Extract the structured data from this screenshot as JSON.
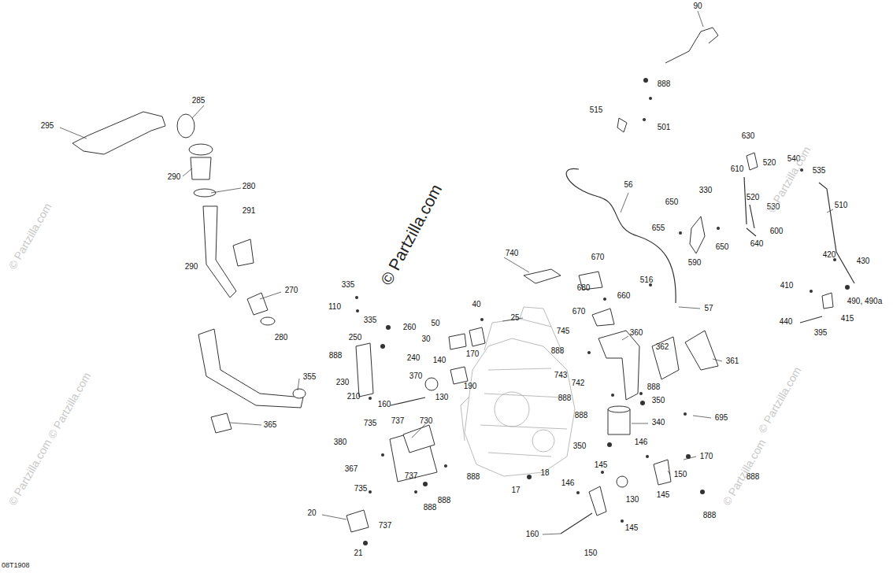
{
  "diagram": {
    "labels": [
      "90",
      "888",
      "515",
      "501",
      "630",
      "520",
      "540",
      "535",
      "610",
      "330",
      "520",
      "650",
      "530",
      "510",
      "655",
      "600",
      "650",
      "640",
      "590",
      "56",
      "420",
      "430",
      "410",
      "490, 490a",
      "440",
      "415",
      "395",
      "740",
      "670",
      "516",
      "680",
      "670",
      "660",
      "57",
      "745",
      "360",
      "362",
      "361",
      "888",
      "743",
      "742",
      "888",
      "888",
      "888",
      "350",
      "340",
      "695",
      "350",
      "295",
      "285",
      "290",
      "280",
      "291",
      "290",
      "270",
      "280",
      "355",
      "365",
      "335",
      "110",
      "335",
      "40",
      "25",
      "260",
      "50",
      "30",
      "250",
      "888",
      "240",
      "170",
      "140",
      "370",
      "230",
      "190",
      "210",
      "130",
      "160",
      "737",
      "735",
      "730",
      "380",
      "367",
      "737",
      "888",
      "888",
      "888",
      "735",
      "18",
      "17",
      "737",
      "20",
      "21",
      "146",
      "170",
      "145",
      "150",
      "146",
      "145",
      "130",
      "888",
      "888",
      "145",
      "160",
      "150",
      "08T1908",
      "© Partzilla.com",
      "© Partzilla.com",
      "© Partzilla.com",
      "© Partzilla.com",
      "© Partzilla.com",
      "© Partzilla.com",
      "© Partzilla.com"
    ]
  }
}
